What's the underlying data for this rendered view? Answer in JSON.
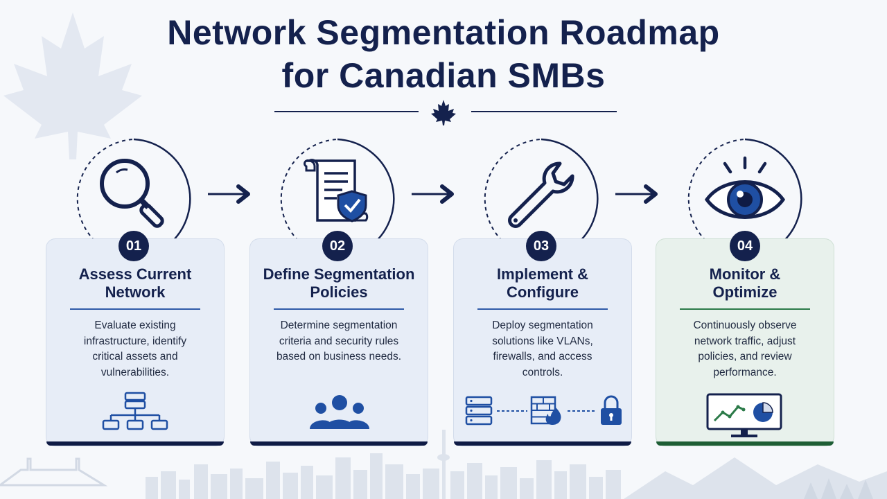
{
  "title": {
    "line1": "Network Segmentation Roadmap",
    "line2": "for Canadian SMBs"
  },
  "steps": [
    {
      "number": "01",
      "title": "Assess Current\nNetwork",
      "description": "Evaluate existing\ninfrastructure, identify\ncritical assets and\nvulnerabilities.",
      "icon": "magnifier-icon",
      "footer_icon": "network-hierarchy-icon"
    },
    {
      "number": "02",
      "title": "Define Segmentation\nPolicies",
      "description": "Determine segmentation\ncriteria and security rules\nbased on business needs.",
      "icon": "policy-scroll-shield-icon",
      "footer_icon": "team-icon"
    },
    {
      "number": "03",
      "title": "Implement &\nConfigure",
      "description": "Deploy segmentation\nsolutions like VLANs,\nfirewalls, and access\ncontrols.",
      "icon": "wrench-icon",
      "footer_icon": "server-firewall-lock-icon"
    },
    {
      "number": "04",
      "title": "Monitor &\nOptimize",
      "description": "Continuously observe\nnetwork traffic, adjust\npolicies, and review\nperformance.",
      "icon": "eye-icon",
      "footer_icon": "monitor-chart-icon"
    }
  ],
  "colors": {
    "navy": "#14214d",
    "blue": "#1f4fa3",
    "green": "#1e5e35",
    "card_bg": "#e7edf7",
    "card_green_bg": "#e8f1ec"
  }
}
